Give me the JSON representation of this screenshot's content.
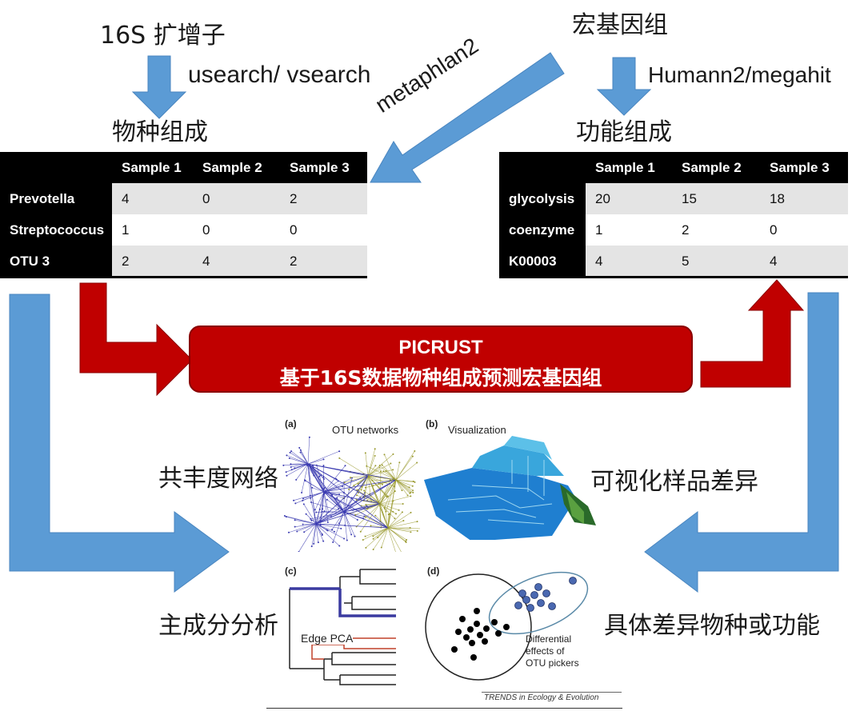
{
  "top": {
    "amplicon": "16S 扩增子",
    "metagenome": "宏基因组",
    "tool_left": "usearch/ vsearch",
    "tool_middle": "metaphlan2",
    "tool_right": "Humann2/megahit"
  },
  "species_table": {
    "title": "物种组成",
    "headers": [
      "",
      "Sample 1",
      "Sample 2",
      "Sample 3"
    ],
    "rows": [
      [
        "Prevotella",
        "4",
        "0",
        "2"
      ],
      [
        "Streptococcus",
        "1",
        "0",
        "0"
      ],
      [
        "OTU 3",
        "2",
        "4",
        "2"
      ]
    ]
  },
  "function_table": {
    "title": "功能组成",
    "headers": [
      "",
      "Sample 1",
      "Sample 2",
      "Sample 3"
    ],
    "rows": [
      [
        "glycolysis",
        "20",
        "15",
        "18"
      ],
      [
        "coenzyme",
        "1",
        "2",
        "0"
      ],
      [
        "K00003",
        "4",
        "5",
        "4"
      ]
    ]
  },
  "picrust": {
    "title": "PICRUST",
    "subtitle": "基于16S数据物种组成预测宏基因组"
  },
  "analyses": {
    "network": "共丰度网络",
    "visual_diff": "可视化样品差异",
    "pca": "主成分分析",
    "specific_diff": "具体差异物种或功能"
  },
  "panels": {
    "a_tag": "(a)",
    "a_title": "OTU networks",
    "b_tag": "(b)",
    "b_title": "Visualization",
    "c_tag": "(c)",
    "c_title": "Edge PCA",
    "d_tag": "(d)",
    "d_line1": "Differential",
    "d_line2": "effects of",
    "d_line3": "OTU pickers",
    "credit": "TRENDS in Ecology & Evolution"
  },
  "colors": {
    "arrow_blue": "#5b9bd5",
    "arrow_red": "#c00000",
    "network_blue": "#3a3ab0",
    "network_olive": "#9a9a30",
    "tree_blue": "#3a3aa0",
    "tree_red": "#c0402a"
  }
}
